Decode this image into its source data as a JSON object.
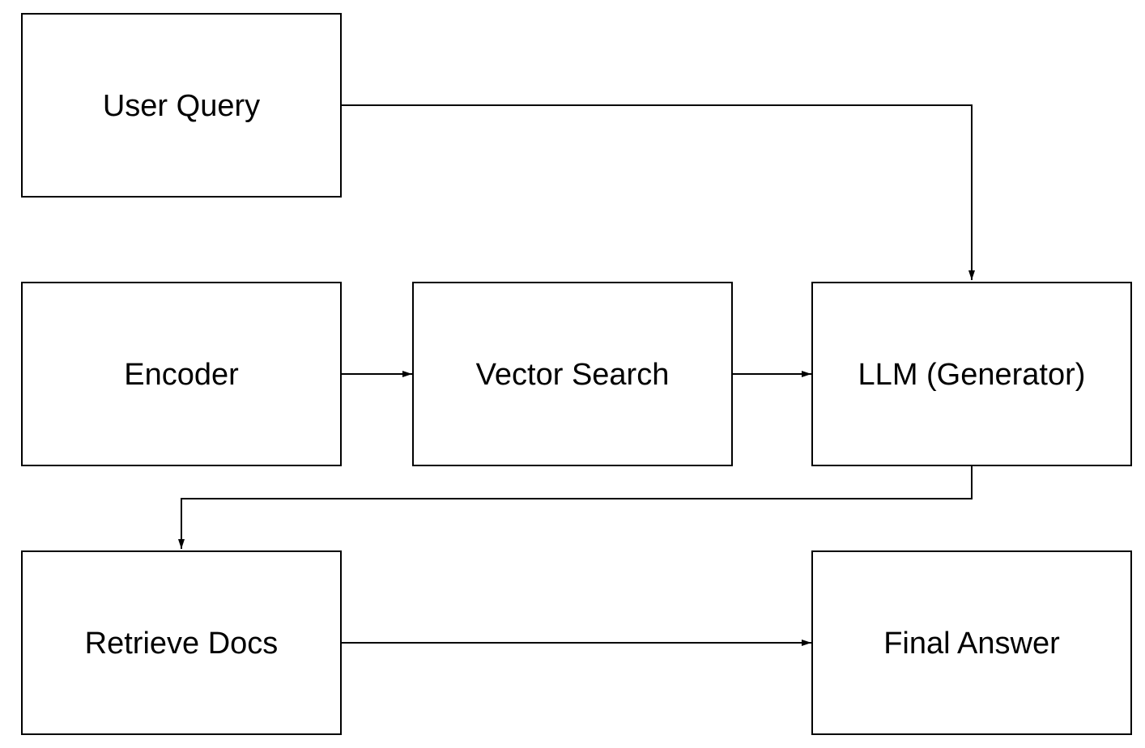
{
  "diagram": {
    "nodes": {
      "user_query": "User Query",
      "encoder": "Encoder",
      "vector_search": "Vector Search",
      "llm": "LLM (Generator)",
      "retrieve_docs": "Retrieve Docs",
      "final_answer": "Final Answer"
    },
    "edges": [
      {
        "from": "user_query",
        "to": "llm"
      },
      {
        "from": "encoder",
        "to": "vector_search"
      },
      {
        "from": "vector_search",
        "to": "llm"
      },
      {
        "from": "llm",
        "to": "retrieve_docs"
      },
      {
        "from": "retrieve_docs",
        "to": "final_answer"
      }
    ]
  }
}
